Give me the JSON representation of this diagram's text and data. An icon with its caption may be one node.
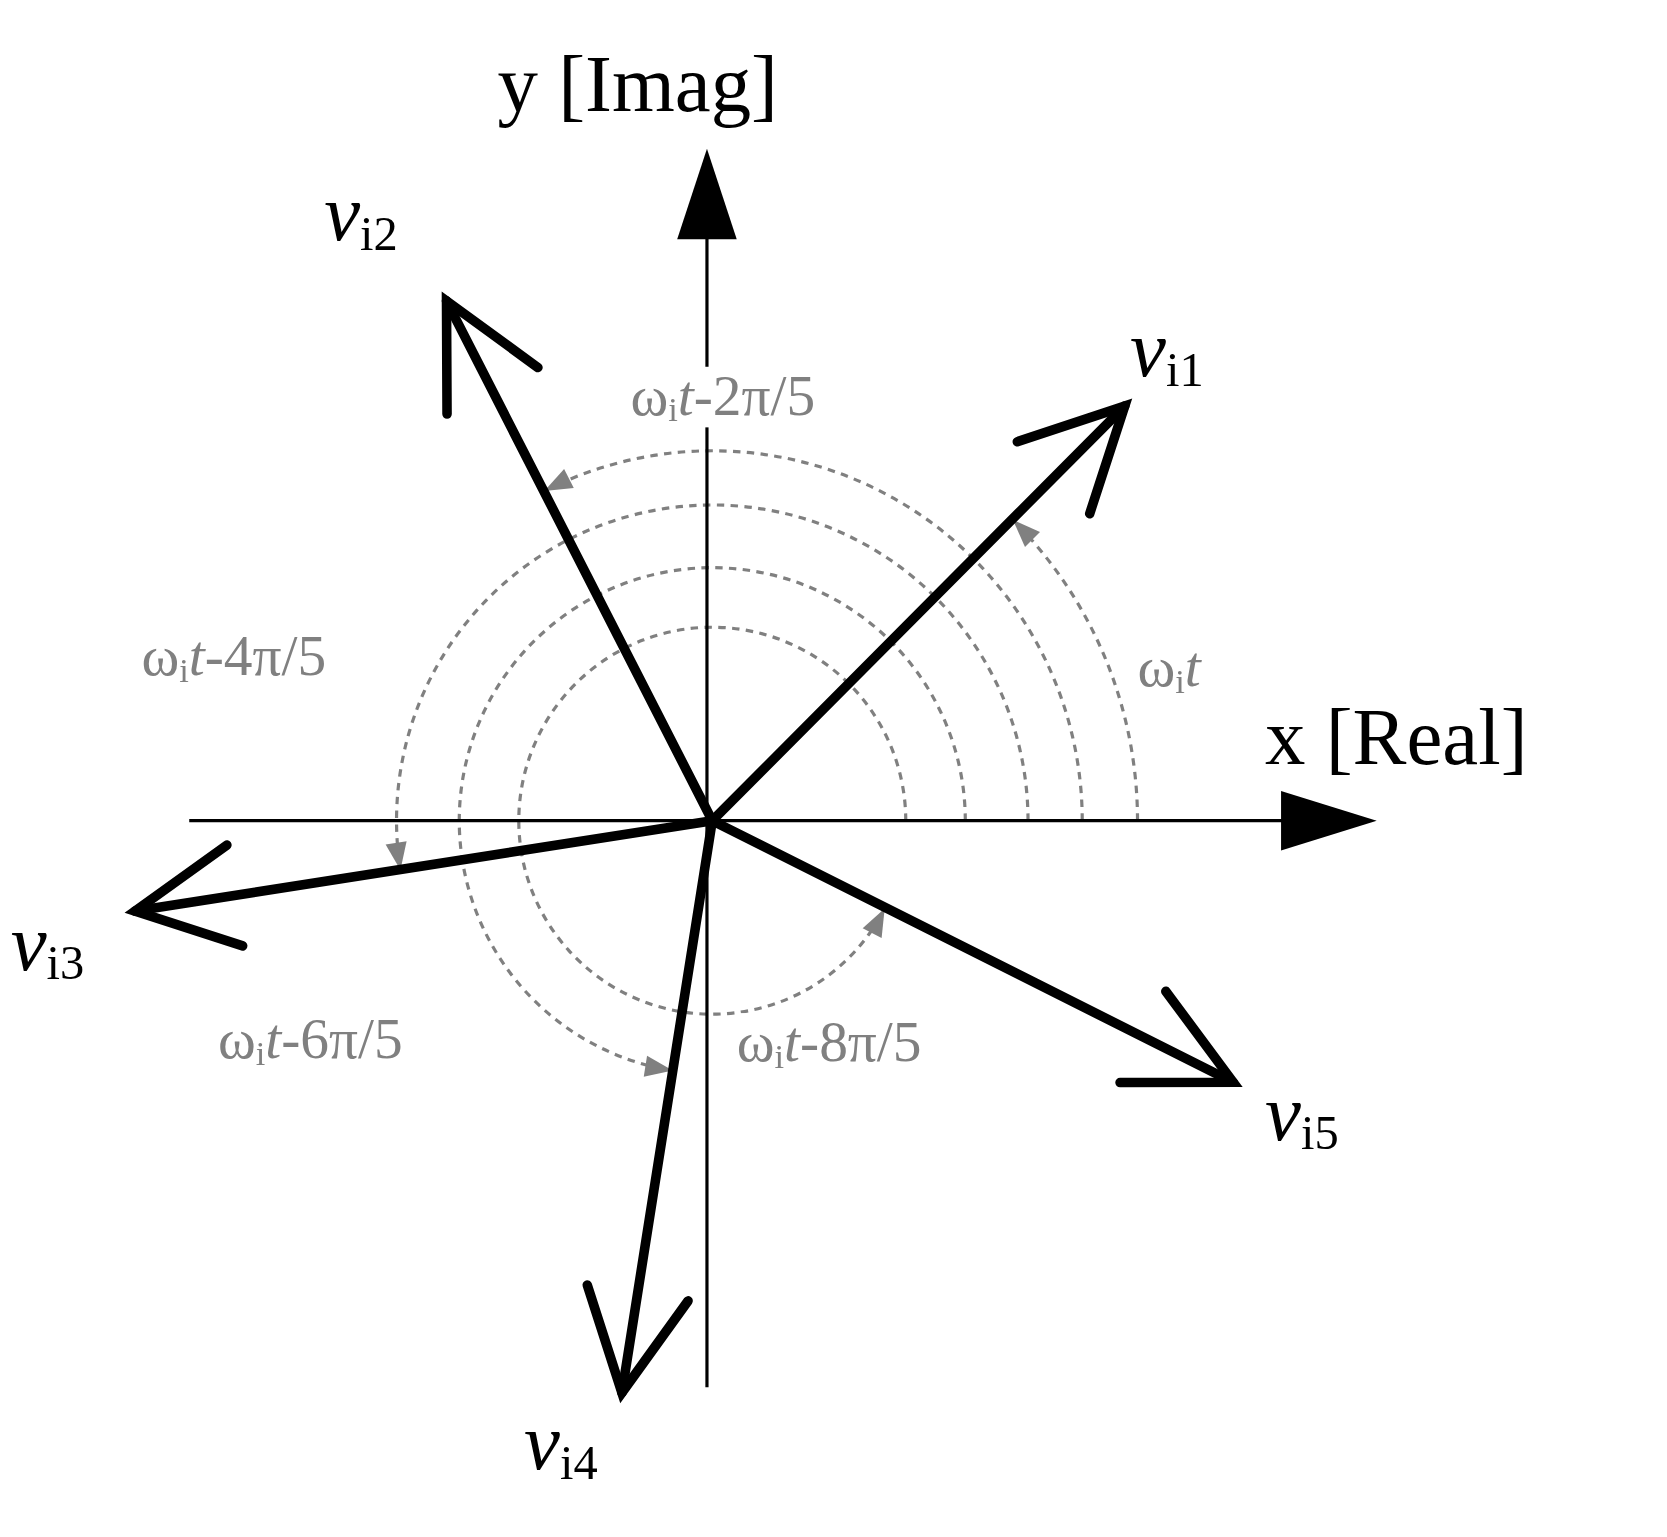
{
  "diagram": {
    "labels": [
      "y [Imag]",
      "*v*$_{i2}$",
      "*v*$_{i1}$",
      "ω$_{i}$*t*-2π/5",
      "ω$_{i}$*t*-4π/5",
      "ω$_{i}$*t*",
      "x [Real]",
      "*v*$_{i3}$",
      "ω$_{i}$*t*-6π/5",
      "ω$_{i}$*t*-8π/5",
      "*v*$_{i5}$",
      "*v*$_{i4}$"
    ]
  }
}
